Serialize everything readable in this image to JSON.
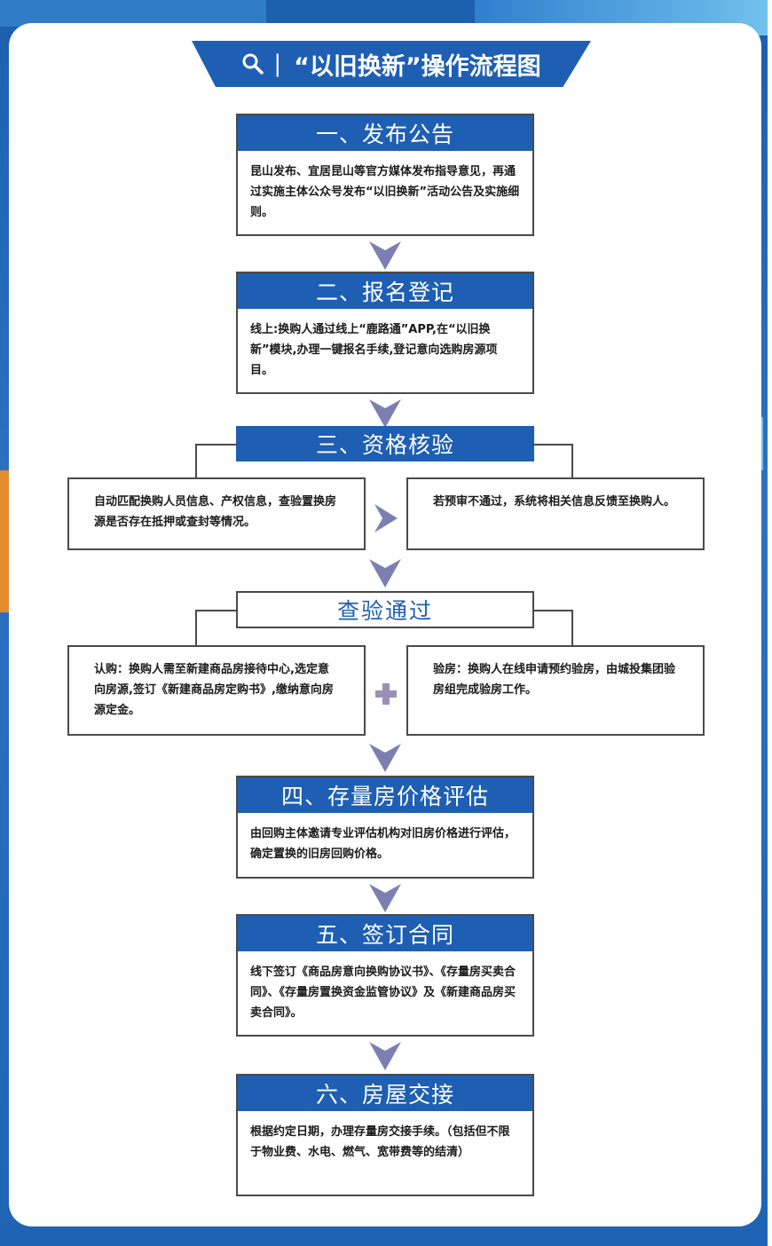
{
  "header": {
    "title": "“以旧换新”操作流程图",
    "separator": "|",
    "icon": "search-icon"
  },
  "colors": {
    "primary_blue": "#1e5fb3",
    "arrow": "#7d7fb3",
    "plus": "#9a8fb5",
    "border": "#4a4a4a"
  },
  "steps": [
    {
      "title": "一、发布公告",
      "body": "昆山发布、宜居昆山等官方媒体发布指导意见，再通过实施主体公众号发布“以旧换新”活动公告及实施细则。"
    },
    {
      "title": "二、报名登记",
      "body": "线上:换购人通过线上“鹿路通”APP,在“以旧换新”模块,办理一键报名手续,登记意向选购房源项目。"
    },
    {
      "title": "三、资格核验",
      "left": "自动匹配换购人员信息、产权信息，查验置换房源是否存在抵押或查封等情况。",
      "right": "若预审不通过，系统将相关信息反馈至换购人。"
    },
    {
      "title": "查验通过",
      "left": "认购：换购人需至新建商品房接待中心,选定意向房源,签订《新建商品房定购书》,缴纳意向房源定金。",
      "right": "验房：换购人在线申请预约验房，由城投集团验房组完成验房工作。"
    },
    {
      "title": "四、存量房价格评估",
      "body": "由回购主体邀请专业评估机构对旧房价格进行评估，确定置换的旧房回购价格。"
    },
    {
      "title": "五、签订合同",
      "body": "线下签订《商品房意向换购协议书》、《存量房买卖合同》、《存量房置换资金监管协议》及《新建商品房买卖合同》。"
    },
    {
      "title": "六、房屋交接",
      "body": "根据约定日期，办理存量房交接手续。（包括但不限于物业费、水电、燃气、宽带费等的结清）"
    }
  ]
}
